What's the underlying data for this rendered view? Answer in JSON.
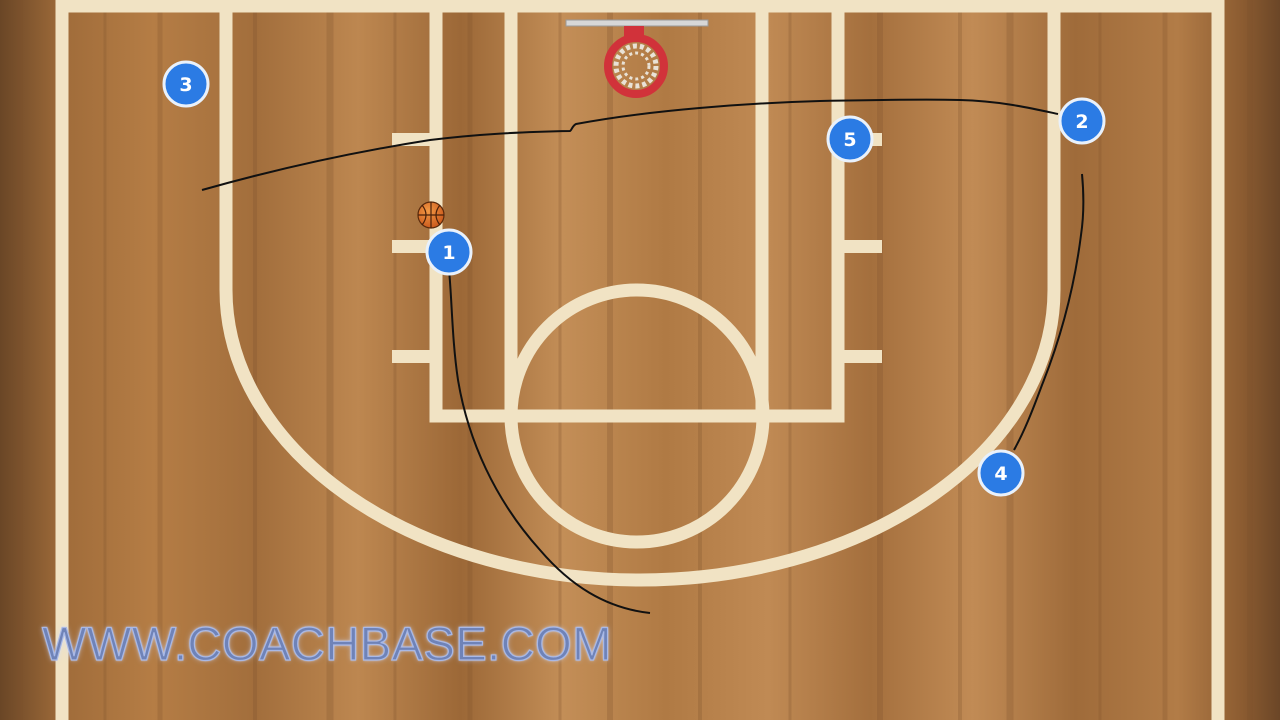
{
  "colors": {
    "floor": "#a9743f",
    "lines": "#f1e3c4",
    "rim": "#d1323a",
    "player_marker": "#2b7be4",
    "path": "#111111"
  },
  "icons": [
    "basketball-icon",
    "hoop-icon"
  ],
  "players": [
    {
      "id": "player-1",
      "label": "1",
      "has_ball": true
    },
    {
      "id": "player-2",
      "label": "2",
      "has_ball": false
    },
    {
      "id": "player-3",
      "label": "3",
      "has_ball": false
    },
    {
      "id": "player-4",
      "label": "4",
      "has_ball": false
    },
    {
      "id": "player-5",
      "label": "5",
      "has_ball": false
    }
  ],
  "watermark": "WWW.COACHBASE.COM"
}
